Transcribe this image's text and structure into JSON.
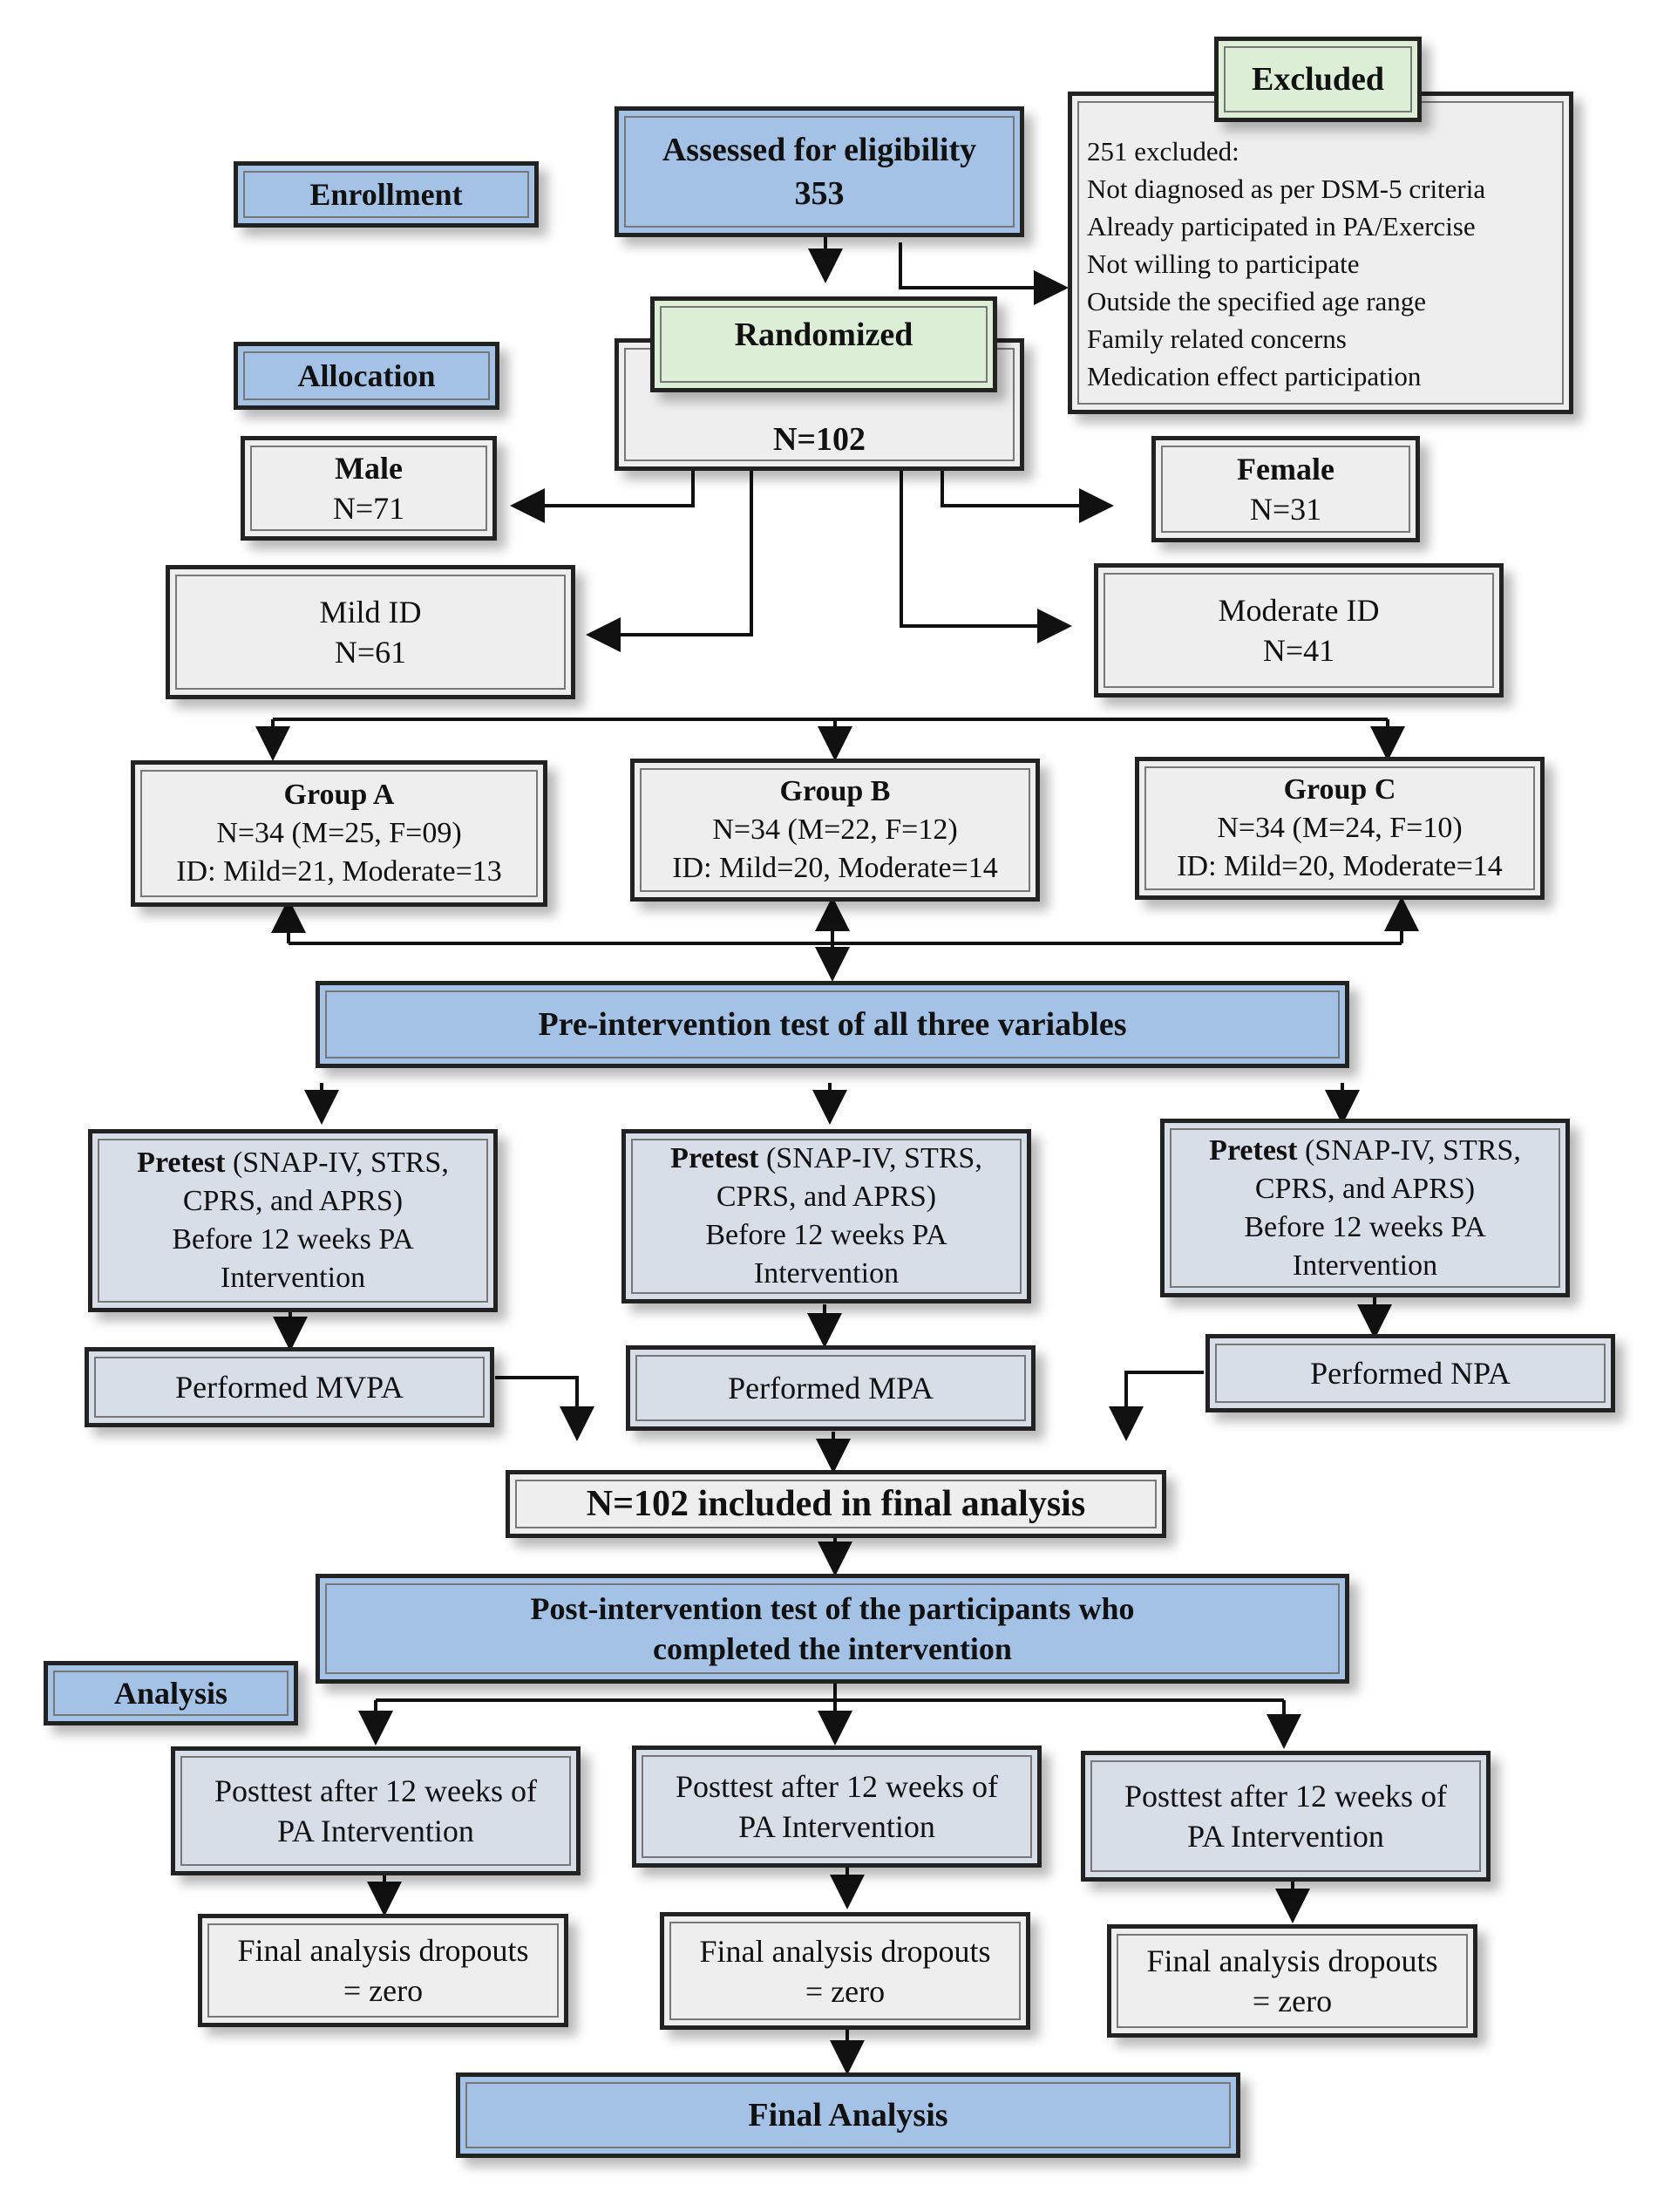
{
  "stages": {
    "enrollment": "Enrollment",
    "allocation": "Allocation",
    "analysis": "Analysis"
  },
  "eligibility": {
    "title": "Assessed for eligibility",
    "count": "353"
  },
  "excluded": {
    "title": "Excluded",
    "items": [
      "251 excluded:",
      "Not diagnosed as per DSM-5 criteria",
      "Already participated in PA/Exercise",
      "Not willing to participate",
      "Outside the specified age range",
      "Family related concerns",
      "Medication effect participation"
    ]
  },
  "randomized": {
    "title": "Randomized",
    "count": "N=102"
  },
  "male": {
    "label": "Male",
    "count": "N=71"
  },
  "female": {
    "label": "Female",
    "count": "N=31"
  },
  "mild": {
    "label": "Mild ID",
    "count": "N=61"
  },
  "moderate": {
    "label": "Moderate ID",
    "count": "N=41"
  },
  "groups": [
    {
      "name": "Group A",
      "line1": "N=34 (M=25, F=09)",
      "line2": "ID: Mild=21, Moderate=13"
    },
    {
      "name": "Group B",
      "line1": "N=34 (M=22, F=12)",
      "line2": "ID: Mild=20, Moderate=14"
    },
    {
      "name": "Group C",
      "line1": "N=34 (M=24, F=10)",
      "line2": "ID: Mild=20, Moderate=14"
    }
  ],
  "pre_intervention": "Pre-intervention test of all three variables",
  "pretest": {
    "bold": "Pretest",
    "rest1": " (SNAP-IV, STRS,",
    "line2": "CPRS, and APRS)",
    "line3": "Before 12 weeks PA",
    "line4": "Intervention"
  },
  "performed": [
    "Performed MVPA",
    "Performed MPA",
    "Performed NPA"
  ],
  "final_included": "N=102 included in final analysis",
  "post_intervention": {
    "line1": "Post-intervention test of the participants who",
    "line2": "completed the intervention"
  },
  "posttest": {
    "line1": "Posttest after 12 weeks of",
    "line2": "PA Intervention"
  },
  "dropouts": {
    "line1": "Final analysis dropouts",
    "line2": "= zero"
  },
  "final_analysis": "Final Analysis"
}
